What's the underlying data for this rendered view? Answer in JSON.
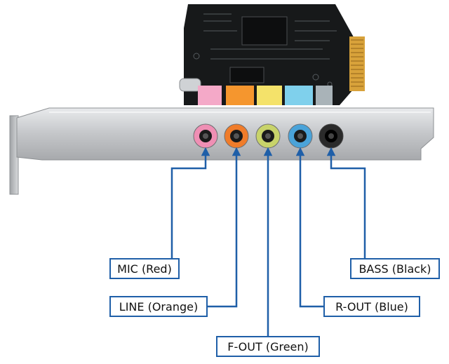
{
  "colors": {
    "pcb": "#17191a",
    "bracket": "#c7c9cc",
    "callout_line": "#1f5fa8",
    "label_border": "#1f5fa8",
    "jack_mic": "#ef8fb4",
    "jack_line": "#f07c2a",
    "jack_front": "#c8d36a",
    "jack_rear": "#4aa3d9",
    "jack_bass": "#2a2a2a",
    "header_pink": "#f4a9c8",
    "header_orange": "#f5962e",
    "header_yellow": "#f4e26a",
    "header_blue": "#7fd0ec",
    "header_gray": "#a9b3b8"
  },
  "ports": [
    {
      "id": "mic",
      "label": "MIC (Red)"
    },
    {
      "id": "line",
      "label": "LINE (Orange)"
    },
    {
      "id": "front",
      "label": "F-OUT (Green)"
    },
    {
      "id": "rear",
      "label": "R-OUT (Blue)"
    },
    {
      "id": "bass",
      "label": "BASS (Black)"
    }
  ]
}
